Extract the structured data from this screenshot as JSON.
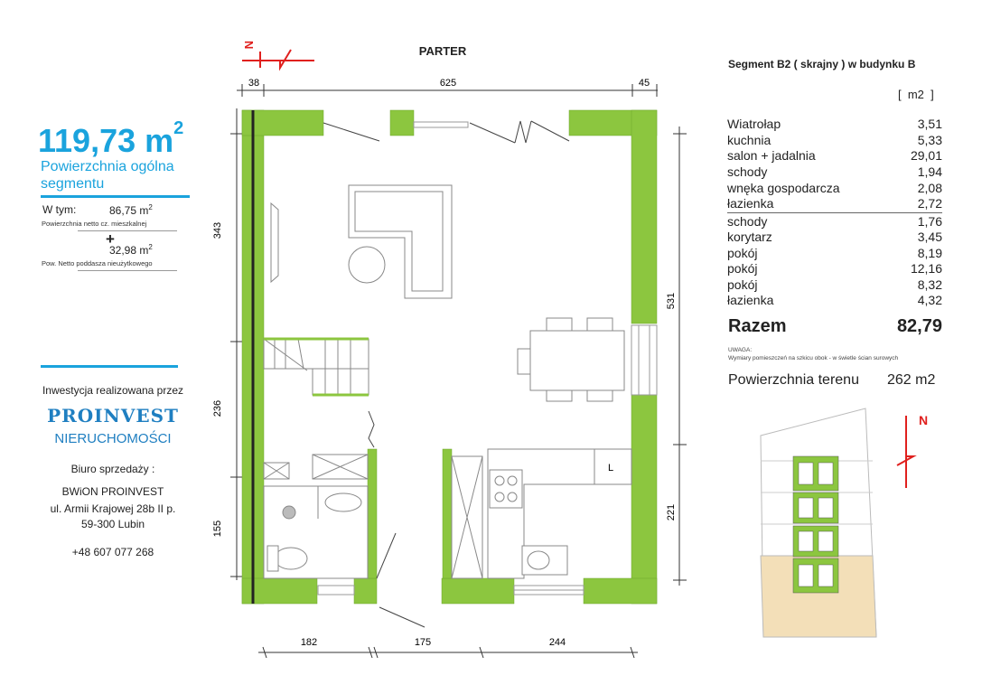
{
  "left": {
    "area_value": "119,73 m",
    "area_sup": "2",
    "area_label": "Powierzchnia ogólna segmentu",
    "w_tym_label": "W tym:",
    "netto_value": "86,75 m",
    "netto_sup": "2",
    "netto_label": "Powierzchnia netto cz. mieszkalnej",
    "plus": "+",
    "poddasze_value": "32,98 m",
    "poddasze_sup": "2",
    "poddasze_label": "Pow. Netto poddasza nieużytkowego",
    "investment_text": "Inwestycja realizowana przez",
    "brand_name": "PROINVEST",
    "brand_sub": "NIERUCHOMOŚCI",
    "office_label": "Biuro sprzedaży :",
    "office_line1": "BWiON PROINVEST",
    "office_line2": "ul. Armii Krajowej 28b II p.",
    "office_line3": "59-300 Lubin",
    "phone": "+48 607 077 268"
  },
  "plan": {
    "title": "PARTER",
    "north": "N",
    "dims_top": [
      "38",
      "625",
      "45"
    ],
    "dims_left": [
      "343",
      "236",
      "155"
    ],
    "dims_right": [
      "531",
      "221"
    ],
    "dims_bottom": [
      "182",
      "175",
      "244"
    ],
    "kitchen_mark": "L"
  },
  "right": {
    "segment_title": "Segment B2 ( skrajny ) w budynku B",
    "unit": "[  m2  ]",
    "rooms": [
      {
        "name": "Wiatrołap",
        "value": "3,51"
      },
      {
        "name": "kuchnia",
        "value": "5,33"
      },
      {
        "name": "salon + jadalnia",
        "value": "29,01"
      },
      {
        "name": "schody",
        "value": "1,94"
      },
      {
        "name": "wnęka gospodarcza",
        "value": "2,08"
      },
      {
        "name": "łazienka",
        "value": "2,72"
      },
      {
        "name": "schody",
        "value": "1,76"
      },
      {
        "name": "korytarz",
        "value": "3,45"
      },
      {
        "name": "pokój",
        "value": "8,19"
      },
      {
        "name": "pokój",
        "value": "12,16"
      },
      {
        "name": "pokój",
        "value": "8,32"
      },
      {
        "name": "łazienka",
        "value": "4,32"
      }
    ],
    "total_label": "Razem",
    "total_value": "82,79",
    "note_title": "UWAGA:",
    "note_text": "Wymiary pomieszczeń na szkicu obok - w świetle ścian surowych",
    "terrain_label": "Powierzchnia terenu",
    "terrain_value": "262 m2",
    "site_north": "N"
  },
  "colors": {
    "wall_green": "#8cc63f",
    "accent_blue": "#1aa3dd",
    "north_red": "#e0201e",
    "site_highlight": "#f3dfb8"
  }
}
